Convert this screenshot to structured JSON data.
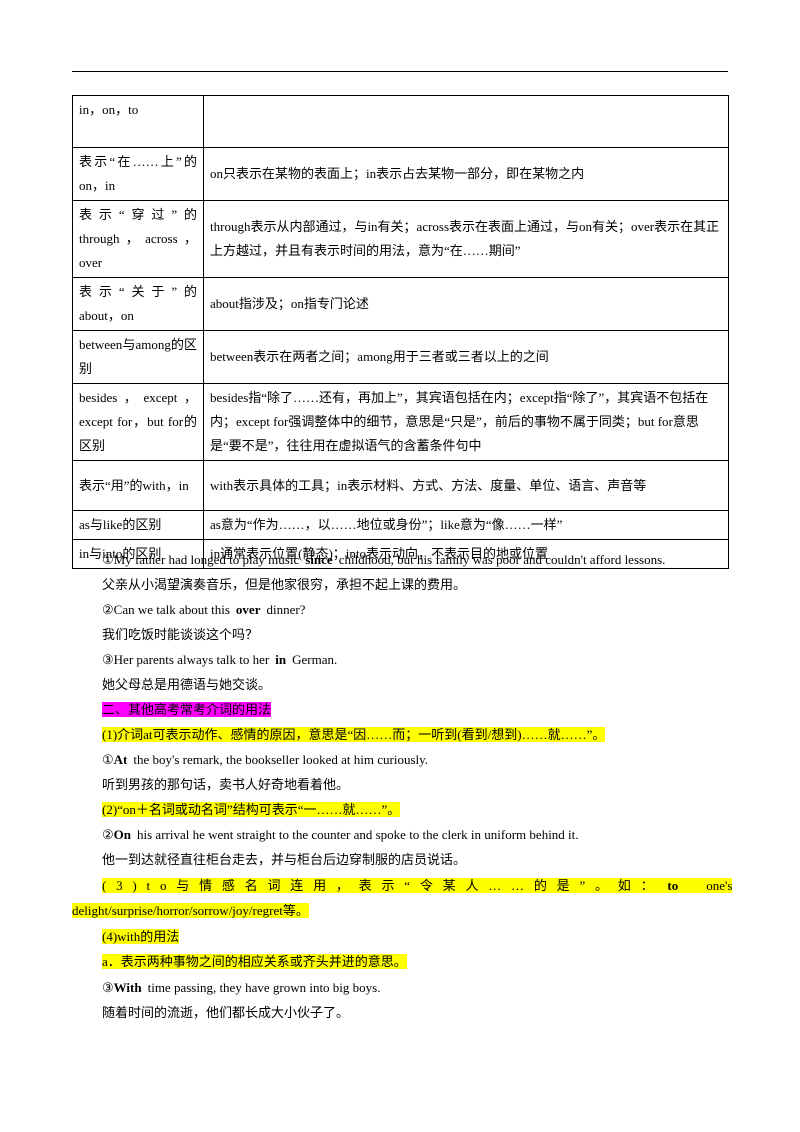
{
  "table": {
    "rows": [
      {
        "term": "in，on，to",
        "desc": ""
      },
      {
        "term": "表示“在……上”的on，in",
        "desc": "on只表示在某物的表面上；in表示占去某物一部分，即在某物之内"
      },
      {
        "term": "表示“穿过”的through，across，over",
        "desc": "through表示从内部通过，与in有关；across表示在表面上通过，与on有关；over表示在其正上方越过，并且有表示时间的用法，意为“在……期间”"
      },
      {
        "term": "表示“关于”的about，on",
        "desc": "about指涉及；on指专门论述"
      },
      {
        "term": "between与among的区别",
        "desc": "between表示在两者之间；among用于三者或三者以上的之间"
      },
      {
        "term": "besides，except，except for，but for的区别",
        "desc": "besides指“除了……还有，再加上”，其宾语包括在内；except指“除了”，其宾语不包括在内；except for强调整体中的细节，意思是“只是”，前后的事物不属于同类；but for意思是“要不是”，往往用在虚拟语气的含蓄条件句中"
      },
      {
        "term": "表示“用”的with，in",
        "desc": "with表示具体的工具；in表示材料、方式、方法、度量、单位、语言、声音等"
      },
      {
        "term": "as与like的区别",
        "desc": "as意为“作为……，以……地位或身份”；like意为“像……一样”"
      },
      {
        "term": "in与into的区别",
        "desc": "in通常表示位置(静态)；into表示动向，不表示目的地或位置"
      }
    ]
  },
  "ex1": {
    "pre": "①My father had longed to play music",
    "kw": "since",
    "post": "childhood, but his family was poor and couldn't afford lessons.",
    "cn": "父亲从小渴望演奏音乐，但是他家很穷，承担不起上课的费用。"
  },
  "ex2": {
    "pre": "②Can we talk about this",
    "kw": "over",
    "post": "dinner?",
    "cn": "我们吃饭时能谈谈这个吗？"
  },
  "ex3": {
    "pre": "③Her parents always talk to her",
    "kw": "in",
    "post": "German.",
    "cn": "她父母总是用德语与她交谈。"
  },
  "section_heading": "二、其他高考常考介词的用法",
  "p1": "(1)介词at可表示动作、感情的原因，意思是“因……而；一听到(看到/想到)……就……”。",
  "ex4": {
    "pre": "①",
    "kw": "At",
    "post": "the boy's remark, the bookseller looked at him curiously.",
    "cn": "听到男孩的那句话，卖书人好奇地看着他。"
  },
  "p2": "(2)“on＋名词或动名词”结构可表示“一……就……”。",
  "ex5": {
    "pre": "②",
    "kw": "On",
    "post": "his arrival he went straight to the counter and spoke to the clerk in uniform behind it.",
    "cn": "他一到达就径直往柜台走去，并与柜台后边穿制服的店员说话。"
  },
  "p3": {
    "text": "(3)to与情感名词连用，表示“令某人……的是”。如：",
    "kw": "to",
    "tail": "one's",
    "line2": "delight/surprise/horror/sorrow/joy/regret等。"
  },
  "p4": "(4)with的用法",
  "p4a": "a．表示两种事物之间的相应关系或齐头并进的意思。",
  "ex6": {
    "pre": "③",
    "kw": "With",
    "post": "time passing, they have grown into big boys.",
    "cn": "随着时间的流逝，他们都长成大小伙子了。"
  }
}
